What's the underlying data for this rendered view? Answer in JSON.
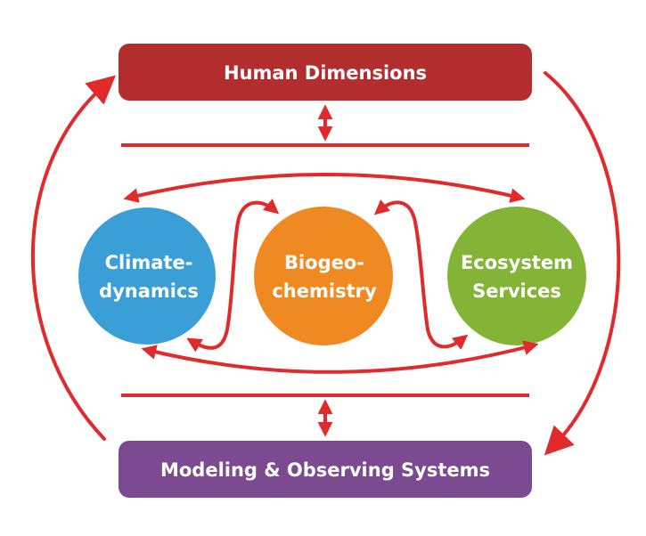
{
  "diagram": {
    "top_box": {
      "label": "Human Dimensions",
      "color": "#b32d2f"
    },
    "bottom_box": {
      "label": "Modeling & Observing Systems",
      "color": "#7b4a91"
    },
    "circles": [
      {
        "id": "climate",
        "lines": [
          "Climate-",
          "dynamics"
        ],
        "color": "#3a9fd6"
      },
      {
        "id": "biogeo",
        "lines": [
          "Biogeo-",
          "chemistry"
        ],
        "color": "#ef8a22"
      },
      {
        "id": "ecosystem",
        "lines": [
          "Ecosystem",
          "Services"
        ],
        "color": "#83b435"
      }
    ],
    "arrow_color": "#e02a2c",
    "relations": [
      {
        "from": "Modeling & Observing Systems",
        "to": "Human Dimensions",
        "type": "one-way"
      },
      {
        "from": "Human Dimensions",
        "to": "Modeling & Observing Systems",
        "type": "one-way"
      },
      {
        "from": "Human Dimensions",
        "to": "Earth system components",
        "type": "two-way"
      },
      {
        "from": "Earth system components",
        "to": "Modeling & Observing Systems",
        "type": "two-way"
      },
      {
        "from": "Climate-dynamics",
        "to": "Ecosystem Services",
        "type": "two-way"
      },
      {
        "from": "Climate-dynamics",
        "to": "Biogeochemistry",
        "type": "two-way"
      },
      {
        "from": "Biogeochemistry",
        "to": "Ecosystem Services",
        "type": "two-way"
      }
    ]
  }
}
